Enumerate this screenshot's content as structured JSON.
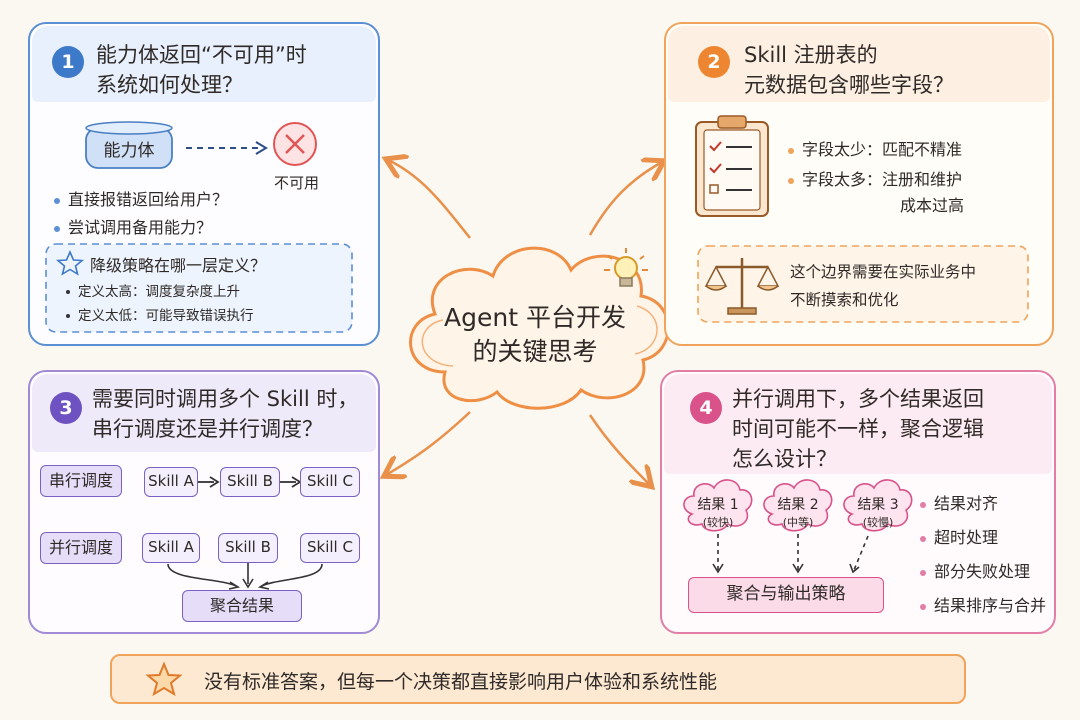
{
  "center": {
    "title_line1": "Agent 平台开发",
    "title_line2": "的关键思考"
  },
  "panel1": {
    "number": "1",
    "question_line1": "能力体返回“不可用”时",
    "question_line2": "系统如何处理？",
    "agent_label": "能力体",
    "unavailable_label": "不可用",
    "bullets": [
      "直接报错返回给用户？",
      "尝试调用备用能力？"
    ],
    "strategy_title": "降级策略在哪一层定义？",
    "strategy_items": [
      "定义太高：调度复杂度上升",
      "定义太低：可能导致错误执行"
    ]
  },
  "panel2": {
    "number": "2",
    "question_line1": "Skill 注册表的",
    "question_line2": "元数据包含哪些字段？",
    "bullets": [
      "字段太少：匹配不精准",
      "字段太多：注册和维护"
    ],
    "bullet2_cont": "成本过高",
    "note_line1": "这个边界需要在实际业务中",
    "note_line2": "不断摸索和优化"
  },
  "panel3": {
    "number": "3",
    "question_line1": "需要同时调用多个 Skill 时，",
    "question_line2": "串行调度还是并行调度？",
    "serial_label": "串行调度",
    "parallel_label": "并行调度",
    "skills": [
      "Skill A",
      "Skill B",
      "Skill C"
    ],
    "merge_label": "聚合结果"
  },
  "panel4": {
    "number": "4",
    "question_line1": "并行调用下，多个结果返回",
    "question_line2": "时间可能不一样，聚合逻辑",
    "question_line3": "怎么设计？",
    "results": [
      {
        "name": "结果 1",
        "speed": "(较快)"
      },
      {
        "name": "结果 2",
        "speed": "(中等)"
      },
      {
        "name": "结果 3",
        "speed": "(较慢)"
      }
    ],
    "output_label": "聚合与输出策略",
    "bullets": [
      "结果对齐",
      "超时处理",
      "部分失败处理",
      "结果排序与合并"
    ]
  },
  "footer": {
    "text": "没有标准答案，但每一个决策都直接影响用户体验和系统性能"
  },
  "colors": {
    "blue": "#5b8fd6",
    "orange": "#f0a35a",
    "purple": "#a08ad6",
    "pink": "#e27ea6",
    "red": "#e05555"
  }
}
